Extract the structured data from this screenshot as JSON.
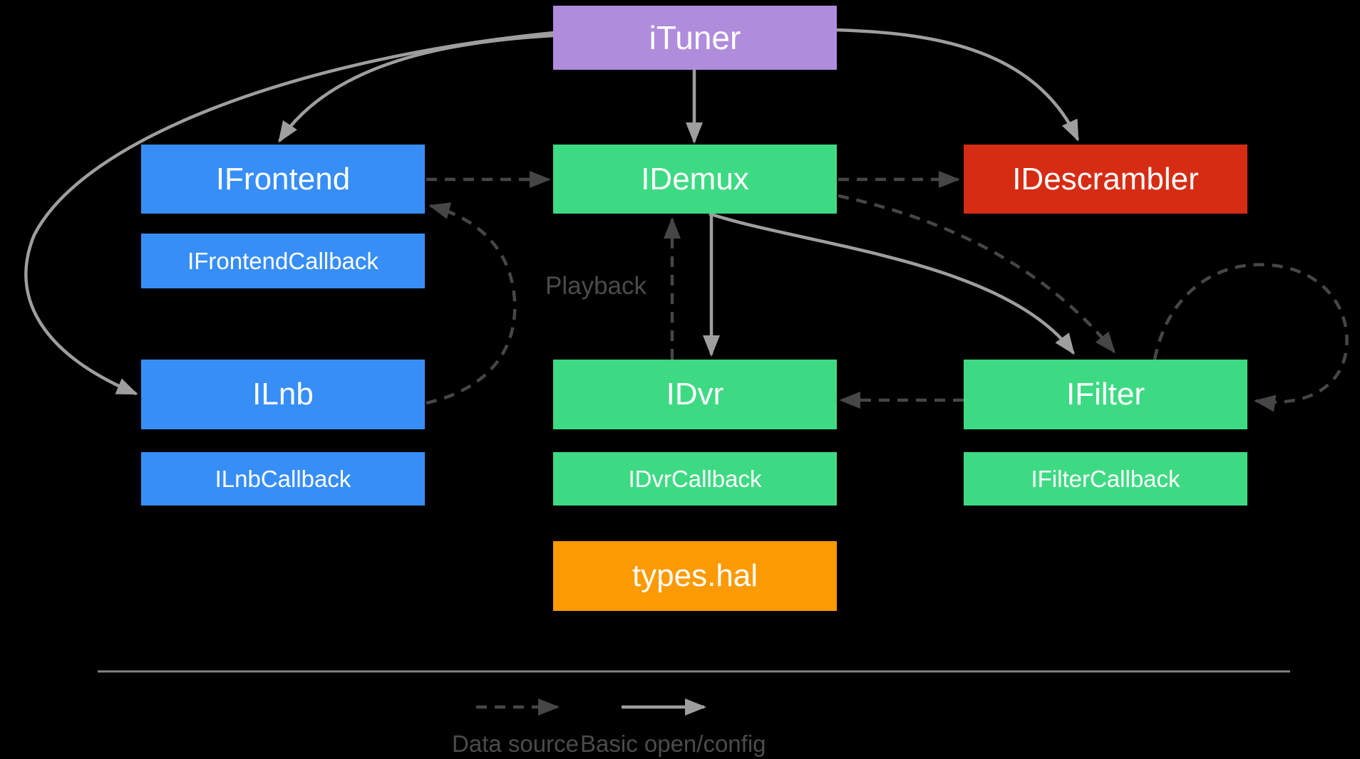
{
  "nodes": {
    "ituner": {
      "label": "iTuner",
      "color": "#af8cdc"
    },
    "ifrontend": {
      "label": "IFrontend",
      "color": "#378ef7"
    },
    "ifrontendcallback": {
      "label": "IFrontendCallback",
      "color": "#378ef7"
    },
    "ilnb": {
      "label": "ILnb",
      "color": "#378ef7"
    },
    "ilnbcallback": {
      "label": "ILnbCallback",
      "color": "#378ef7"
    },
    "idemux": {
      "label": "IDemux",
      "color": "#3eda83"
    },
    "idvr": {
      "label": "IDvr",
      "color": "#3eda83"
    },
    "idvrcallback": {
      "label": "IDvrCallback",
      "color": "#3eda83"
    },
    "types_hal": {
      "label": "types.hal",
      "color": "#fc9a03"
    },
    "idescrambler": {
      "label": "IDescrambler",
      "color": "#d62c14"
    },
    "ifilter": {
      "label": "IFilter",
      "color": "#3eda83"
    },
    "ifiltercallback": {
      "label": "IFilterCallback",
      "color": "#3eda83"
    }
  },
  "annotations": {
    "playback": "Playback"
  },
  "legend": {
    "data_source": "Data source",
    "basic_open_config": "Basic open/config"
  },
  "edges": [
    {
      "from": "ituner",
      "to": "idemux",
      "type": "solid"
    },
    {
      "from": "ituner",
      "to": "ifrontend",
      "type": "solid"
    },
    {
      "from": "ituner",
      "to": "ilnb",
      "type": "solid"
    },
    {
      "from": "ituner",
      "to": "idescrambler",
      "type": "solid"
    },
    {
      "from": "idemux",
      "to": "idvr",
      "type": "solid"
    },
    {
      "from": "idemux",
      "to": "ifilter",
      "type": "solid"
    },
    {
      "from": "ifrontend",
      "to": "idemux",
      "type": "dashed"
    },
    {
      "from": "idemux",
      "to": "idescrambler",
      "type": "dashed"
    },
    {
      "from": "idemux",
      "to": "ifilter",
      "type": "dashed"
    },
    {
      "from": "idvr",
      "to": "idemux",
      "type": "dashed",
      "label": "Playback"
    },
    {
      "from": "ilnb",
      "to": "ifrontend",
      "type": "dashed"
    },
    {
      "from": "ifilter",
      "to": "idvr",
      "type": "dashed"
    },
    {
      "from": "ifilter",
      "to": "ifilter",
      "type": "dashed"
    }
  ],
  "colors": {
    "background": "#000000",
    "node_text": "#ffffff",
    "solid_arrow": "#9e9e9e",
    "dashed_arrow": "#464646",
    "label_gray": "#4b4b4b",
    "divider": "#848484"
  }
}
